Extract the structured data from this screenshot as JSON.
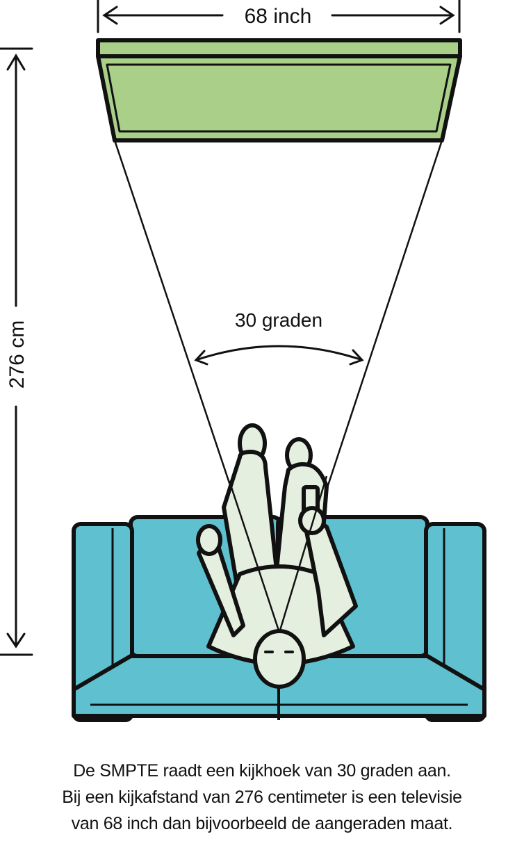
{
  "labels": {
    "width": "68 inch",
    "distance": "276 cm",
    "angle": "30 graden"
  },
  "caption": [
    "De SMPTE raadt een kijkhoek van 30 graden aan.",
    "Bij een kijkafstand van 276 centimeter is een televisie",
    "van 68 inch dan bijvoorbeeld de aangeraden maat."
  ],
  "colors": {
    "tv": "#a9cf88",
    "sofa": "#5fc0cf",
    "person": "#e5efe0",
    "outline": "#111111"
  }
}
